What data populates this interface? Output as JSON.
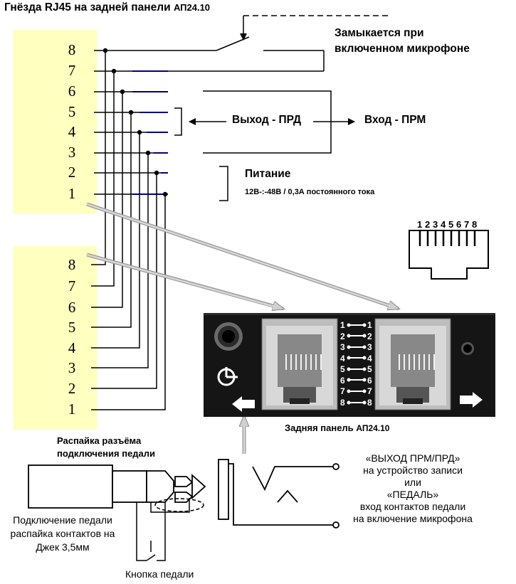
{
  "title": {
    "main": "Гнёзда RJ45 на задней панели",
    "model": "АП24.10"
  },
  "mic_switch": {
    "line1": "Замыкается при",
    "line2": "включенном микрофоне"
  },
  "io_labels": {
    "output": "Выход - ПРД",
    "input": "Вход - ПРМ"
  },
  "power": {
    "label": "Питание",
    "spec": "12В-:-48В / 0,3А постоянного тока"
  },
  "top_socket": {
    "pins": [
      "8",
      "7",
      "6",
      "5",
      "4",
      "3",
      "2",
      "1"
    ]
  },
  "bottom_socket": {
    "pins": [
      "8",
      "7",
      "6",
      "5",
      "4",
      "3",
      "2",
      "1"
    ]
  },
  "rj45_diagram": {
    "pins": [
      "1",
      "2",
      "3",
      "4",
      "5",
      "6",
      "7",
      "8"
    ]
  },
  "panel": {
    "caption": "Задняя панель",
    "model": "АП24.10",
    "pin_map": [
      "1",
      "2",
      "3",
      "4",
      "5",
      "6",
      "7",
      "8"
    ]
  },
  "pedal_pinout": {
    "line1": "Распайка разъёма",
    "line2": "подключения педали"
  },
  "jack_text": {
    "line1": "Подключение педали",
    "line2": "распайка контактов на",
    "line3": "Джек 3,5мм"
  },
  "pedal_button": "Кнопка педали",
  "right_text": {
    "line1": "«ВЫХОД ПРМ/ПРД»",
    "line2": "на устройство записи",
    "line3": "или",
    "line4": "«ПЕДАЛЬ»",
    "line5": "вход контактов педали",
    "line6": "на включение микрофона"
  },
  "colors": {
    "socket_fill": "#ffffc0",
    "wire_dark": "#000080",
    "panel_bg": "#151515",
    "arrow_gray": "#bdbdbd"
  }
}
